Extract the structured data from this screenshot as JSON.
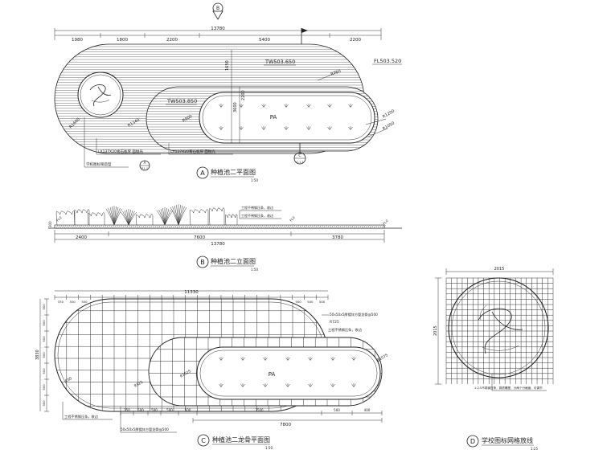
{
  "plan_a": {
    "dims": [
      "1980",
      "1800",
      "2200",
      "5400",
      "2200"
    ],
    "total": "13780",
    "level_tw1": "TW503.650",
    "level_tw2": "TW503.850",
    "level_fl": "FL503.520",
    "label_pa": "PA",
    "r1": "R750",
    "r2": "R1200",
    "r3": "R1050",
    "r4": "R1600",
    "r5": "R1340",
    "r6": "R900",
    "h1": "1650",
    "h2": "3600",
    "h3": "2200",
    "note1": "LX137X20青石板厚 面抛光",
    "note2": "LX137X20青石板厚 面抛光",
    "note3": "学校图标铜造型",
    "tag_a": "A",
    "tag_a_sub": "P.1.1",
    "tag_c": "C",
    "tag_c_sub": "C.1.1",
    "title_letter": "A",
    "title": "种植池二平面图",
    "scale": "1:50"
  },
  "elev_b": {
    "dims": [
      "2400",
      "7600",
      "3780"
    ],
    "total": "13780",
    "note1": "工程不锈钢压条，收边",
    "note2": "工程不锈钢压条，收边",
    "elev1": "FL0",
    "elev2": "FL0",
    "left_h": "300",
    "title_letter": "B",
    "title": "种植池二立面图",
    "scale": "1:50"
  },
  "grid_c": {
    "total": "11330",
    "cells": [
      "330",
      "500",
      "500",
      "500",
      "500",
      "500",
      "500",
      "500",
      "500",
      "500",
      "500",
      "500",
      "500",
      "500",
      "500",
      "500",
      "500",
      "500",
      "500",
      "500",
      "500",
      "500",
      "500"
    ],
    "left_total": "3830",
    "left_cells": [
      "350",
      "500",
      "500",
      "500",
      "500",
      "500",
      "350"
    ],
    "bottom_cells": [
      "150",
      "500",
      "500",
      "500",
      "500",
      "3500",
      "500",
      "400"
    ],
    "bottom_total": "7800",
    "r_note": "R725",
    "r_note2": "R1075",
    "r_note3": "R1025",
    "r_note4": "R925",
    "r_note5": "R50",
    "note1": "50x50x5厚镀锌方管龙骨@500",
    "note2": "工程不锈钢压条，收边",
    "note3": "工程不锈钢压条，收边",
    "note4": "50x50x5厚镀锌方管龙骨@500",
    "label_pa": "PA",
    "title_letter": "C",
    "title": "种植池二龙骨平面图",
    "scale": "1:50"
  },
  "detail_d": {
    "dim_top": "2015",
    "dim_side": "2015",
    "note": "1:2.5不锈钢压条，铜质雕塑，分两个分格面，可调节",
    "title_letter": "D",
    "title": "学校图标网格放线",
    "scale": "1:25"
  },
  "north": {
    "letter": "B",
    "sub": "—"
  }
}
